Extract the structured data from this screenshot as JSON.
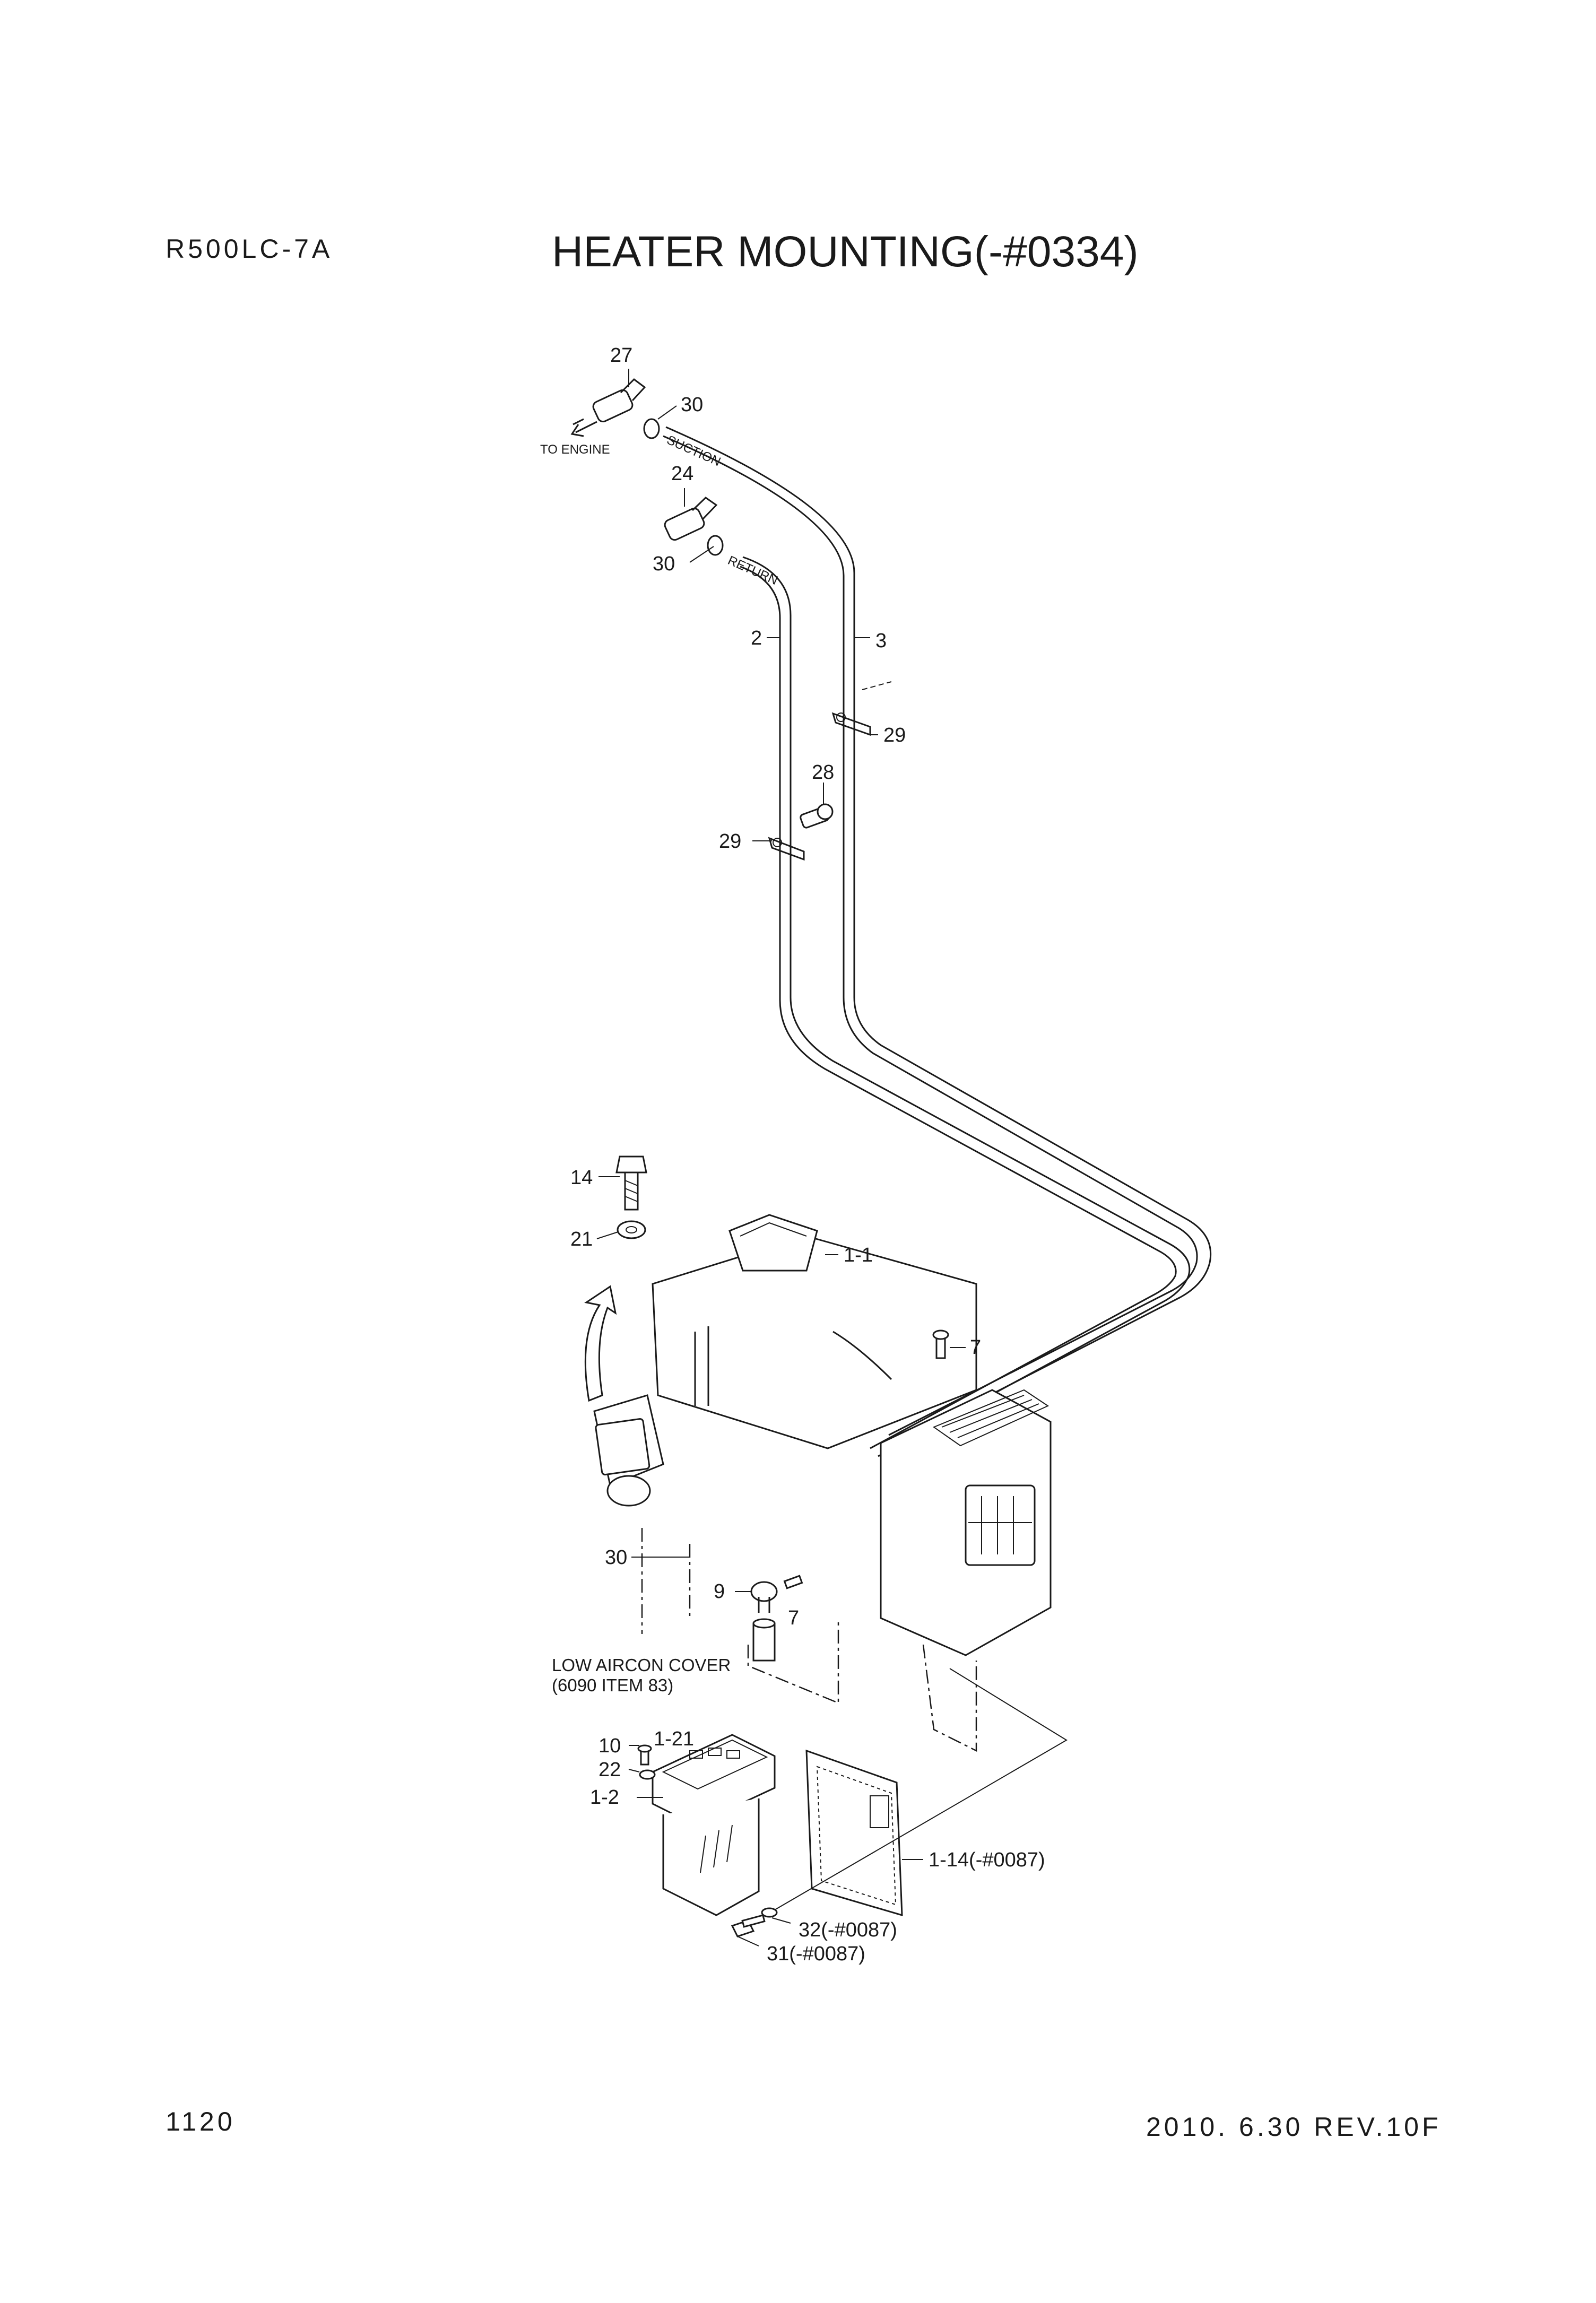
{
  "header": {
    "model": "R500LC-7A",
    "title": "HEATER MOUNTING(-#0334)"
  },
  "footer": {
    "page_number": "1120",
    "revision": "2010. 6.30  REV.10F"
  },
  "notes": {
    "to_engine": "TO ENGINE",
    "suction": "SUCTION",
    "return": "RETURN",
    "cover_line1": "LOW AIRCON COVER",
    "cover_line2": "(6090 ITEM 83)"
  },
  "callouts": {
    "c27": "27",
    "c30a": "30",
    "c24": "24",
    "c30b": "30",
    "c2": "2",
    "c3": "3",
    "c29a": "29",
    "c28": "28",
    "c29b": "29",
    "c14": "14",
    "c21": "21",
    "c1_1": "1-1",
    "c7a": "7",
    "c30c": "30",
    "c9": "9",
    "c7b": "7",
    "c1_21": "1-21",
    "c10": "10",
    "c22": "22",
    "c1_2": "1-2",
    "c1_14": "1-14(-#0087)",
    "c32": "32(-#0087)",
    "c31": "31(-#0087)"
  }
}
